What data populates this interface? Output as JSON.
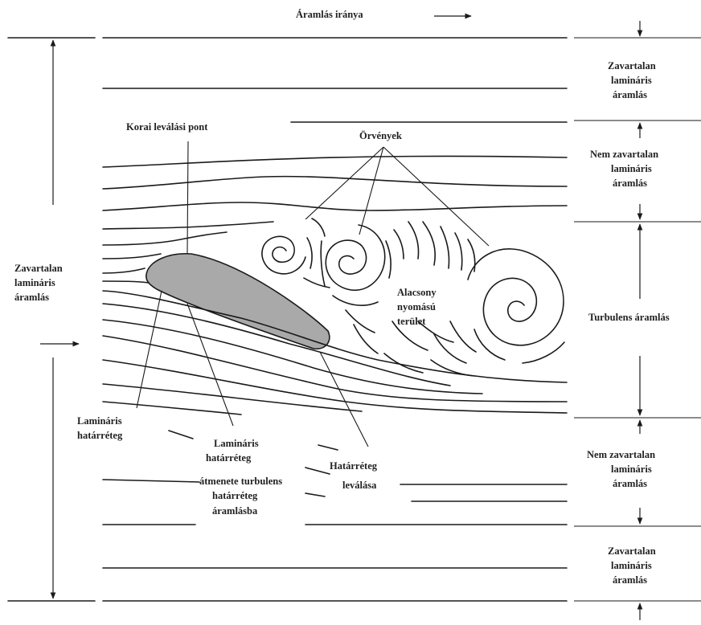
{
  "title": "Áramlás iránya",
  "labels": {
    "left_undisturbed": [
      "Zavartalan",
      "lamináris",
      "áramlás"
    ],
    "right_top_undisturbed": [
      "Zavartalan",
      "lamináris",
      "áramlás"
    ],
    "right_top_disturbed": [
      "Nem zavartalan",
      "lamináris",
      "áramlás"
    ],
    "turbulent": "Turbulens áramlás",
    "right_bottom_disturbed": [
      "Nem zavartalan",
      "lamináris",
      "áramlás"
    ],
    "right_bottom_undisturbed": [
      "Zavartalan",
      "lamináris",
      "áramlás"
    ],
    "early_separation": "Korai leválási pont",
    "vortices": "Örvények",
    "low_pressure": [
      "Alacsony",
      "nyomású",
      "terület"
    ],
    "laminar_boundary_layer": [
      "Lamináris",
      "határréteg"
    ],
    "transition": [
      "Lamináris",
      "határréteg",
      "átmenete turbulens",
      "határréteg",
      "áramlásba"
    ],
    "boundary_separation": [
      "Határréteg",
      "leválása"
    ]
  }
}
